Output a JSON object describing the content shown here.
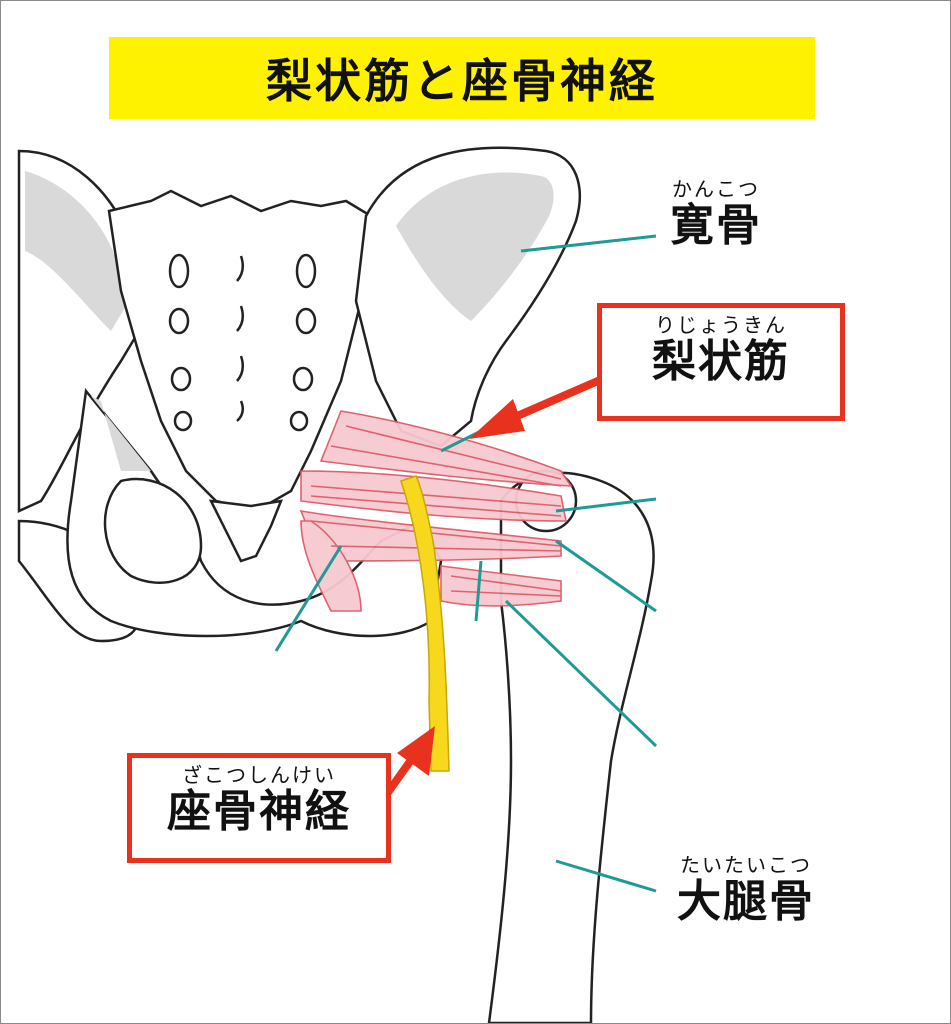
{
  "title": "梨状筋と座骨神経",
  "labels": {
    "ilium": {
      "ruby": "かんこつ",
      "main": "寛骨"
    },
    "piriformis": {
      "ruby": "りじょうきん",
      "main": "梨状筋"
    },
    "sciatic": {
      "ruby": "ざこつしんけい",
      "main": "座骨神経"
    },
    "femur": {
      "ruby": "たいたいこつ",
      "main": "大腿骨"
    }
  },
  "colors": {
    "title_bg": "#fff200",
    "highlight": "#e8321e",
    "leader": "#1f9a94",
    "nerve": "#f7d81c",
    "muscle": "#e88a93",
    "bone_shadow": "#d9d9d9"
  },
  "icons": [
    "arrow-icon"
  ]
}
